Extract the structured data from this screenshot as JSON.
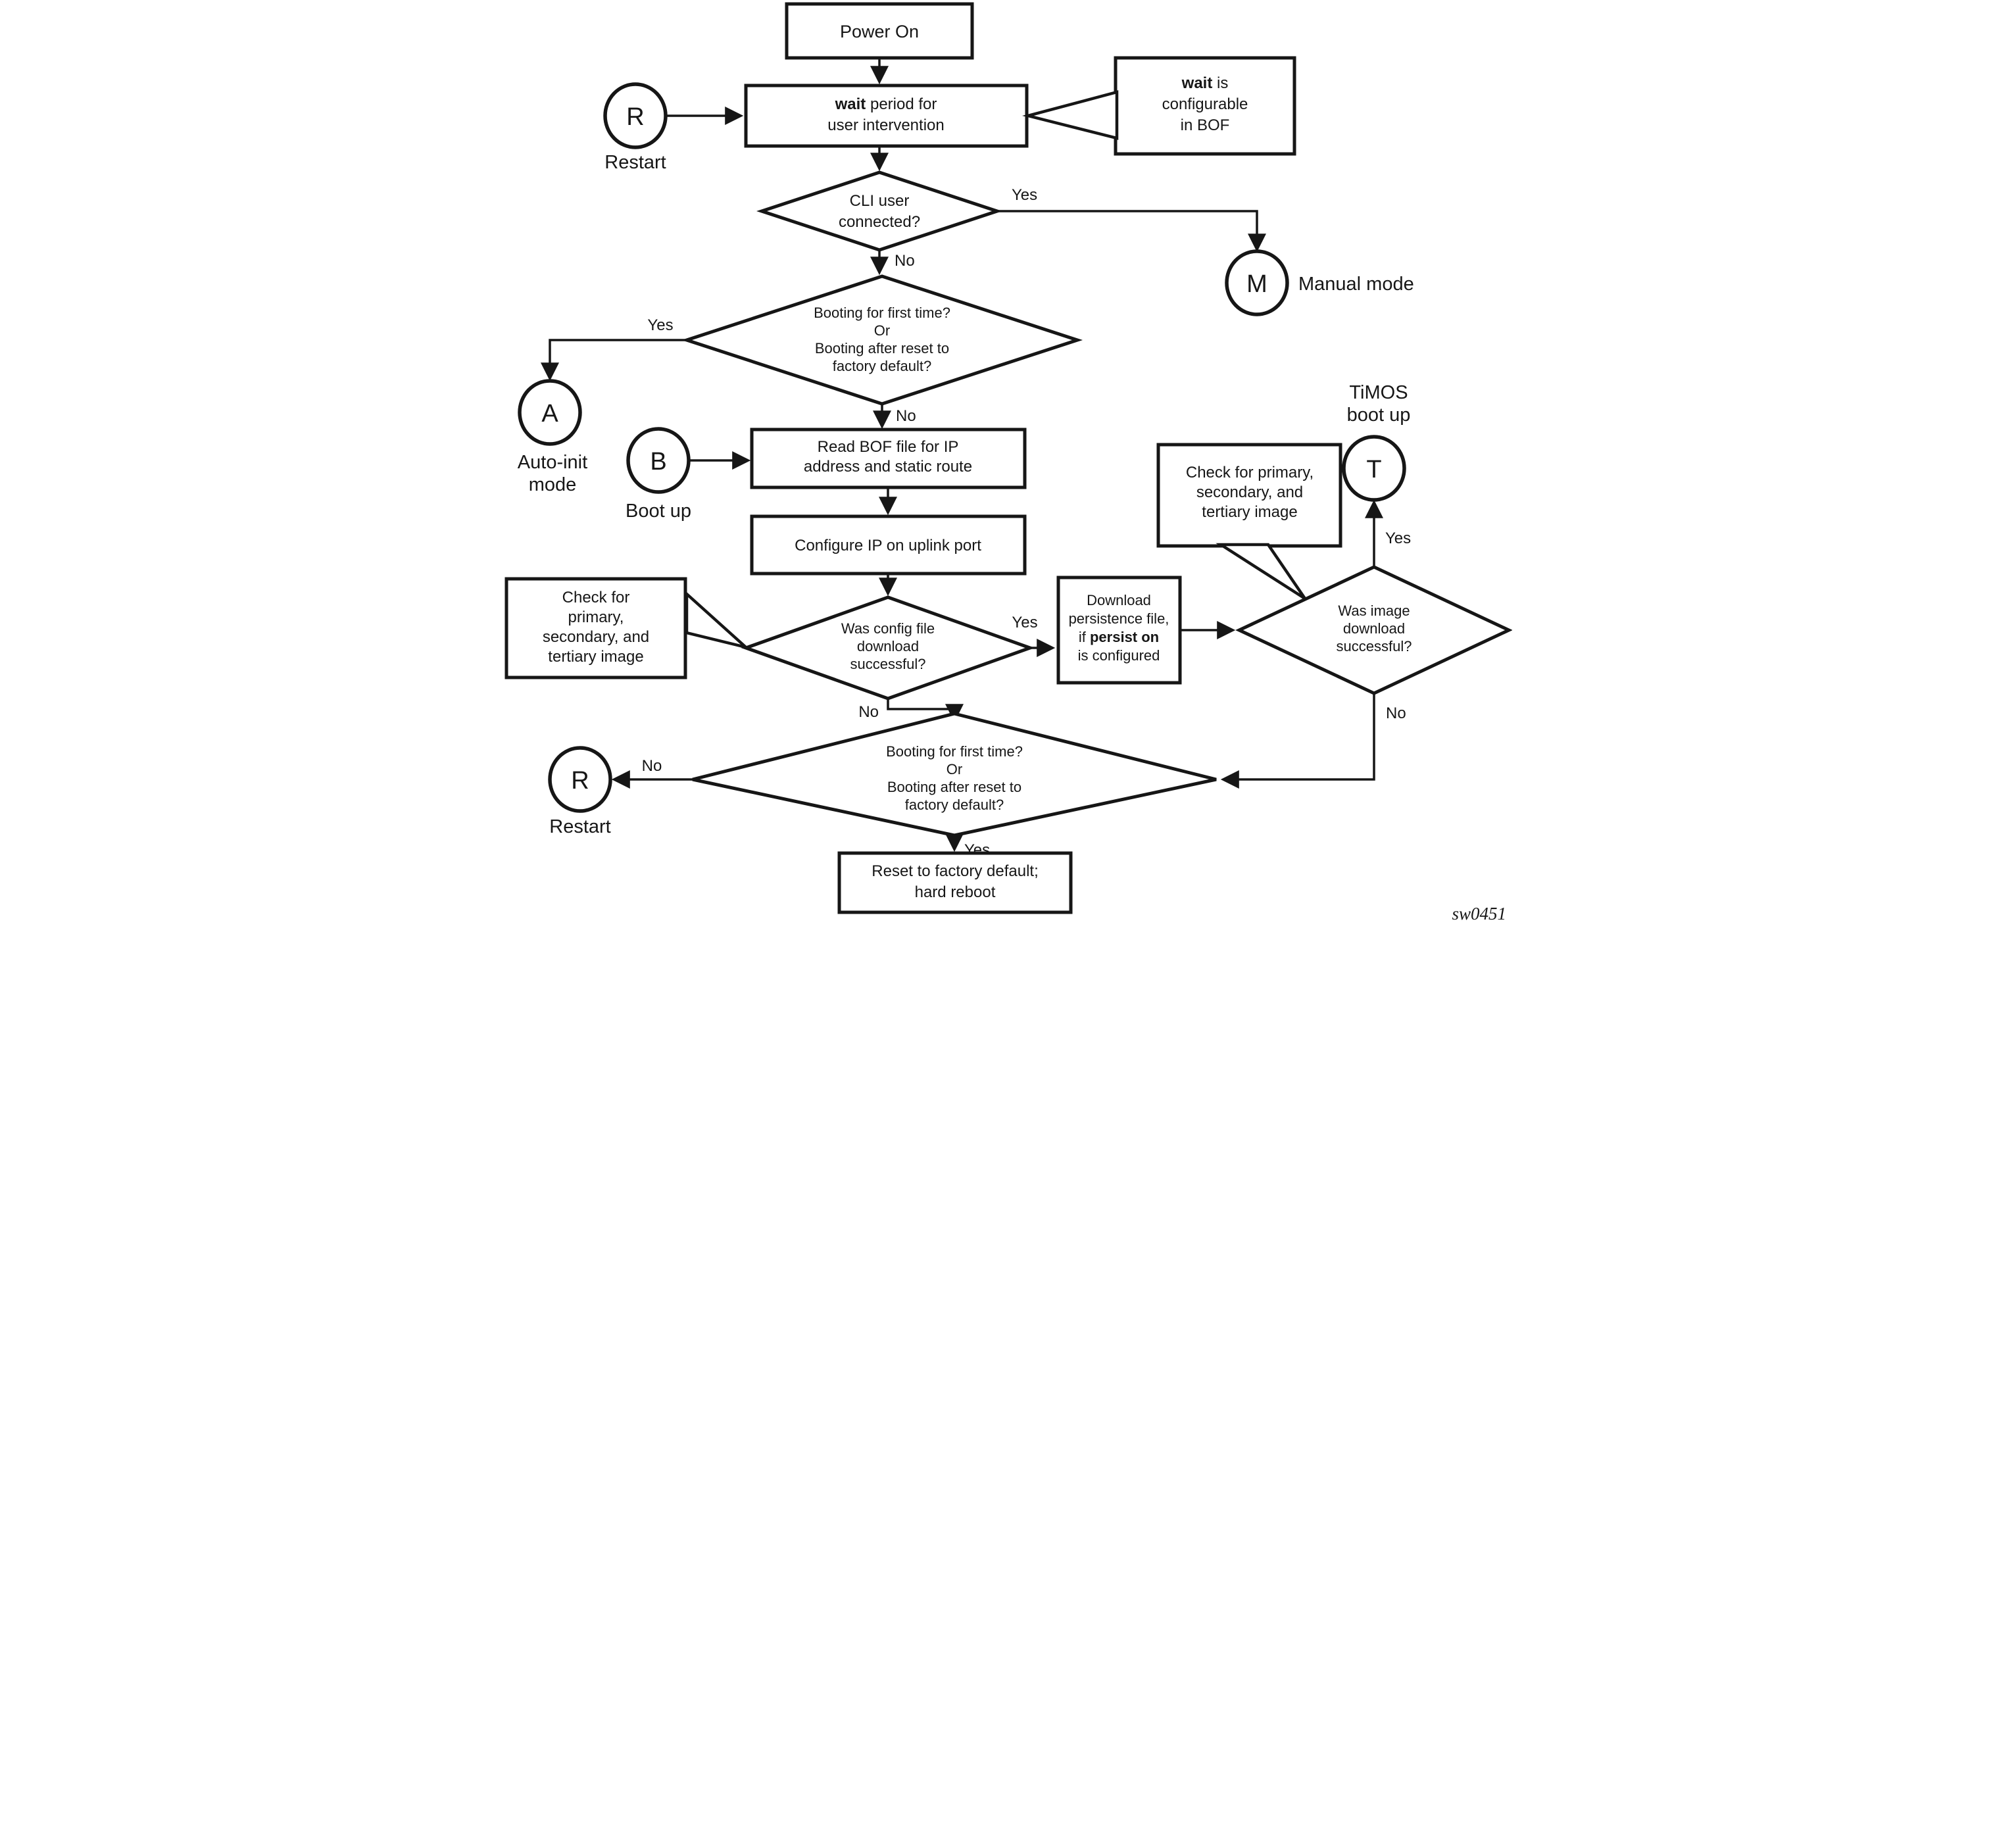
{
  "diagram": {
    "watermark": "sw0451",
    "colors": {
      "line": "#161616",
      "background": "#ffffff"
    },
    "nodes": {
      "power_on": {
        "label": "Power On"
      },
      "wait_box": {
        "l1_bold": "wait",
        "l1_rest": " period for",
        "l2": "user intervention"
      },
      "restart_top": {
        "letter": "R",
        "label": "Restart"
      },
      "wait_callout": {
        "l1_bold": "wait",
        "l1_rest": " is",
        "l2": "configurable",
        "l3": "in BOF"
      },
      "cli_diamond": {
        "l1": "CLI user",
        "l2": "connected?"
      },
      "manual_mode": {
        "letter": "M",
        "label": "Manual mode"
      },
      "boot_diamond_top": {
        "l1": "Booting for first time?",
        "l2": "Or",
        "l3": "Booting after reset to",
        "l4": "factory default?"
      },
      "auto_init": {
        "letter": "A",
        "label1": "Auto-init",
        "label2": "mode"
      },
      "boot_up": {
        "letter": "B",
        "label": "Boot up"
      },
      "read_bof": {
        "l1": "Read BOF file for IP",
        "l2": "address and static route"
      },
      "configure_ip": {
        "label": "Configure IP on uplink port"
      },
      "config_diamond": {
        "l1": "Was config file",
        "l2": "download",
        "l3": "successful?"
      },
      "image_callout_left": {
        "l1": "Check for",
        "l2": "primary,",
        "l3": "secondary, and",
        "l4": "tertiary image"
      },
      "download_box": {
        "l1": "Download",
        "l2": "persistence file,",
        "l3_pre": "if ",
        "l3_bold": "persist on",
        "l4": "is configured"
      },
      "image_callout_right": {
        "l1": "Check for primary,",
        "l2": "secondary, and",
        "l3": "tertiary image"
      },
      "image_diamond": {
        "l1": "Was image",
        "l2": "download",
        "l3": "successful?"
      },
      "timos": {
        "letter": "T",
        "label1": "TiMOS",
        "label2": "boot up"
      },
      "boot_diamond_bottom": {
        "l1": "Booting for first time?",
        "l2": "Or",
        "l3": "Booting after reset to",
        "l4": "factory default?"
      },
      "restart_bottom": {
        "letter": "R",
        "label": "Restart"
      },
      "reset_box": {
        "l1": "Reset to factory default;",
        "l2": "hard reboot"
      }
    },
    "edge_labels": {
      "cli_yes": "Yes",
      "cli_no": "No",
      "boot_top_yes": "Yes",
      "boot_top_no": "No",
      "config_yes": "Yes",
      "config_no": "No",
      "image_yes": "Yes",
      "image_no": "No",
      "boot_bottom_no": "No",
      "boot_bottom_yes": "Yes"
    }
  }
}
